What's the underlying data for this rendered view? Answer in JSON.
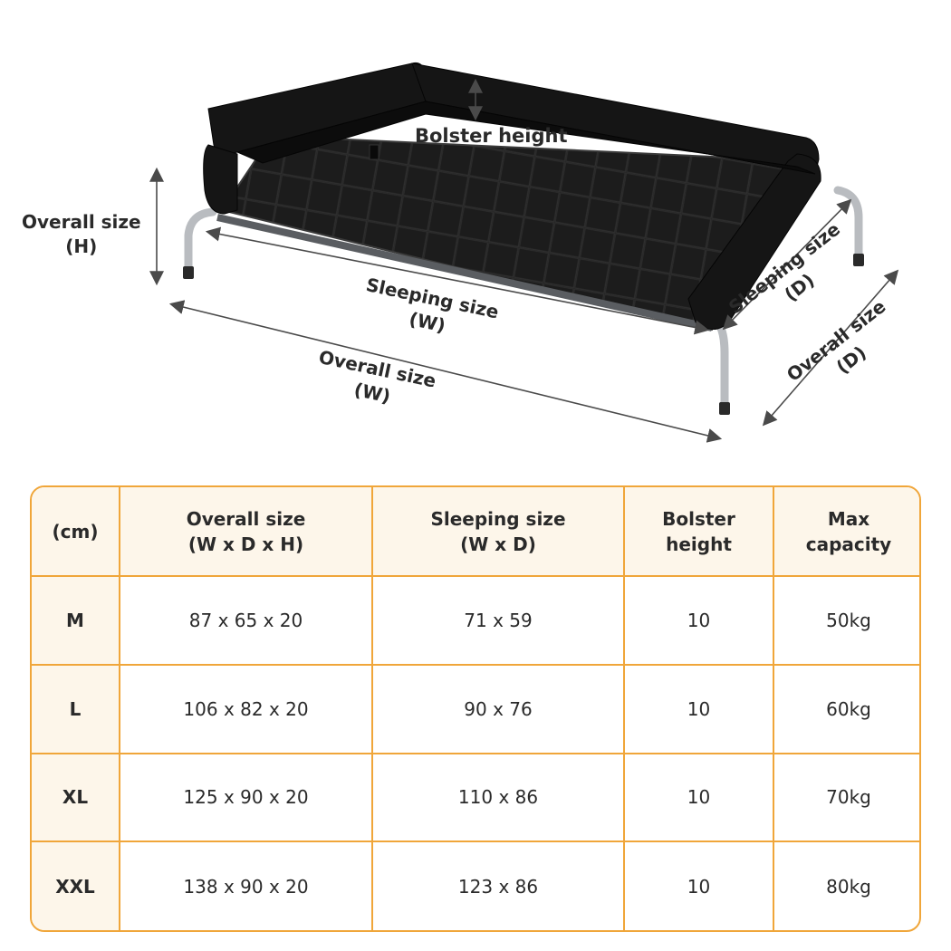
{
  "diagram": {
    "labels": {
      "bolster_height": "Bolster height",
      "overall_h_line1": "Overall size",
      "overall_h_line2": "(H)",
      "sleeping_w_line1": "Sleeping size",
      "sleeping_w_line2": "(W)",
      "overall_w_line1": "Overall size",
      "overall_w_line2": "(W)",
      "sleeping_d_line1": "Sleeping size",
      "sleeping_d_line2": "(D)",
      "overall_d_line1": "Overall size",
      "overall_d_line2": "(D)"
    },
    "colors": {
      "bed_fabric": "#151515",
      "mesh": "#222222",
      "frame": "#b9bcc0",
      "arrow": "#4a4a4a"
    }
  },
  "table": {
    "headers": [
      {
        "line1": "(cm)",
        "line2": ""
      },
      {
        "line1": "Overall size",
        "line2": "(W x D x H)"
      },
      {
        "line1": "Sleeping size",
        "line2": "(W x D)"
      },
      {
        "line1": "Bolster",
        "line2": "height"
      },
      {
        "line1": "Max",
        "line2": "capacity"
      }
    ],
    "rows": [
      {
        "size": "M",
        "overall": "87 x 65 x 20",
        "sleeping": "71 x 59",
        "bolster": "10",
        "capacity": "50kg"
      },
      {
        "size": "L",
        "overall": "106 x 82 x 20",
        "sleeping": "90 x 76",
        "bolster": "10",
        "capacity": "60kg"
      },
      {
        "size": "XL",
        "overall": "125 x 90 x 20",
        "sleeping": "110 x 86",
        "bolster": "10",
        "capacity": "70kg"
      },
      {
        "size": "XXL",
        "overall": "138 x 90 x 20",
        "sleeping": "123 x 86",
        "bolster": "10",
        "capacity": "80kg"
      }
    ],
    "colors": {
      "border": "#f0a63a",
      "header_bg": "#fdf6ea"
    }
  }
}
